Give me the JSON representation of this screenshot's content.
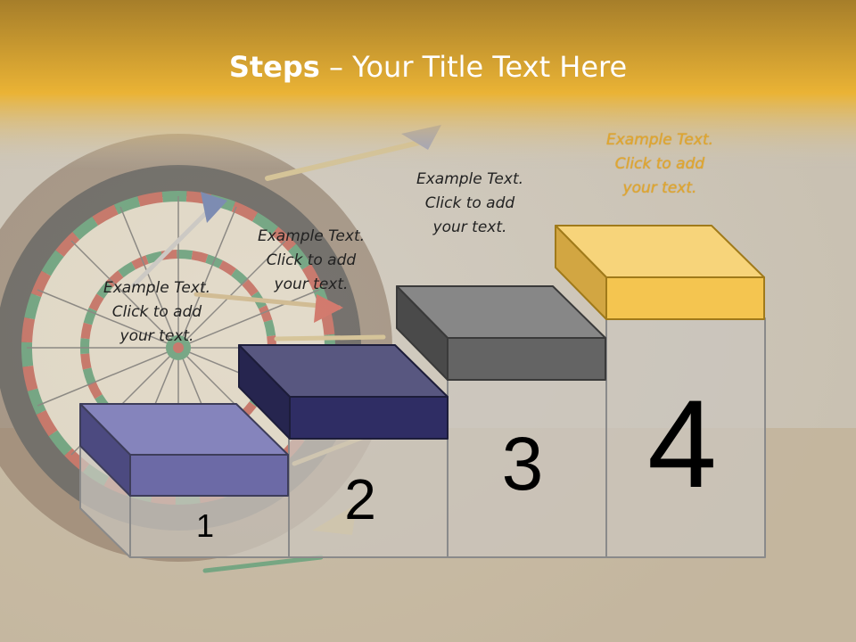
{
  "title": {
    "bold": "Steps",
    "rest": " – Your Title Text Here"
  },
  "steps": [
    {
      "number": "1",
      "caption": [
        "Example Text.",
        "Click  to add",
        "your text."
      ]
    },
    {
      "number": "2",
      "caption": [
        "Example Text.",
        "Click  to add",
        "your text."
      ]
    },
    {
      "number": "3",
      "caption": [
        "Example Text.",
        "Click  to add",
        "your text."
      ]
    },
    {
      "number": "4",
      "caption": [
        "Example Text.",
        "Click  to add",
        "your text."
      ]
    }
  ],
  "colors": {
    "header_gold": "#e8ad2e",
    "block1": "#6c6aa6",
    "block2": "#2f2d64",
    "block3": "#646464",
    "block4": "#f4c550",
    "background": "#cfc8bb"
  },
  "background_image": "dartboard-with-darts"
}
